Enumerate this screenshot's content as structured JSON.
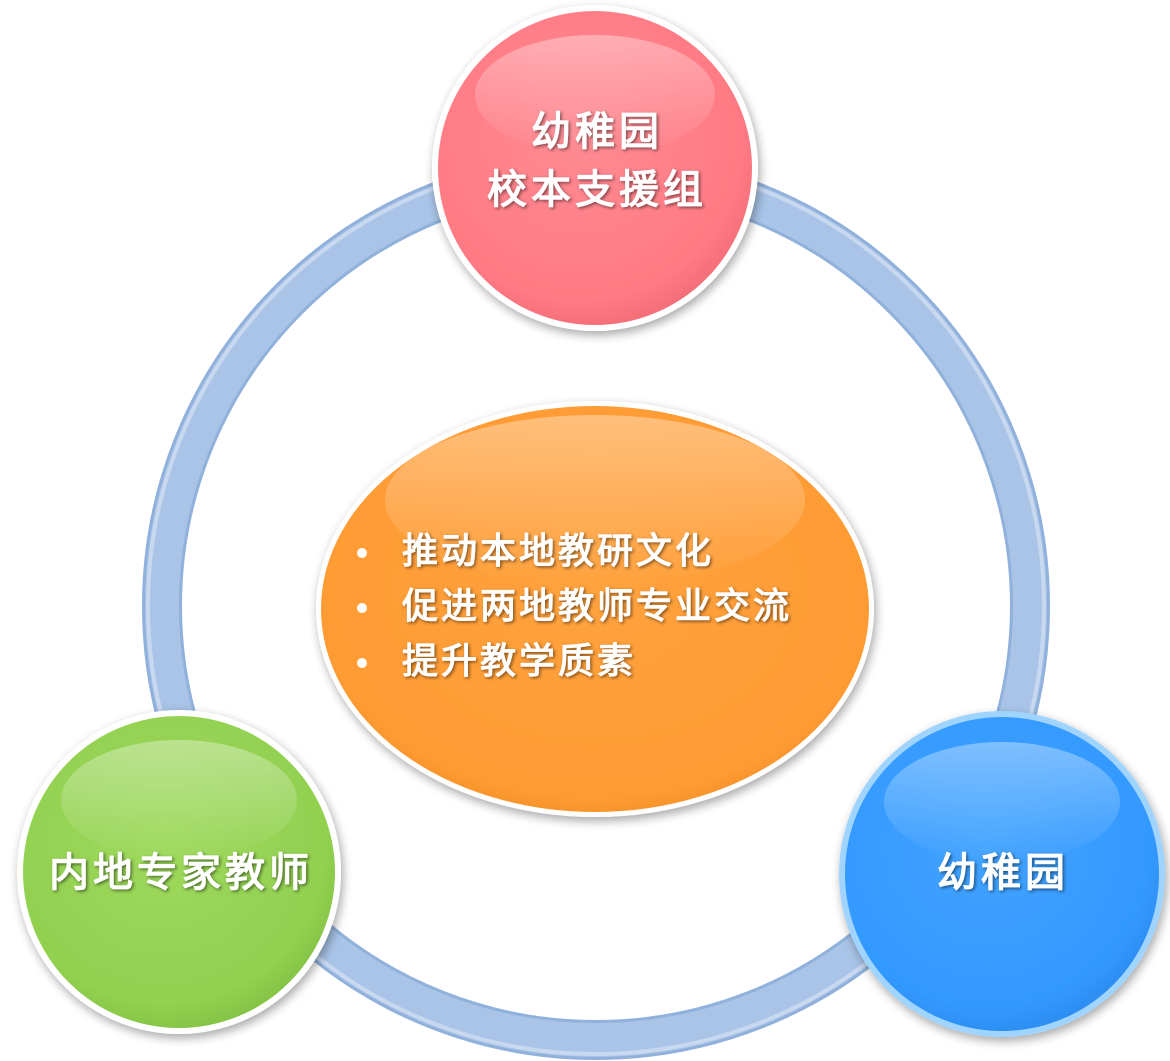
{
  "top_node": {
    "line1": "幼稚园",
    "line2": "校本支援组",
    "color": "#ff7b85"
  },
  "left_node": {
    "label": "内地专家教师",
    "color": "#92d050"
  },
  "right_node": {
    "label": "幼稚园",
    "color": "#3399ff"
  },
  "center": {
    "color": "#ff9b33",
    "items": [
      "推动本地教研文化",
      "促进两地教师专业交流",
      "提升教学质素"
    ]
  },
  "ring_color": "#a7c3e6"
}
